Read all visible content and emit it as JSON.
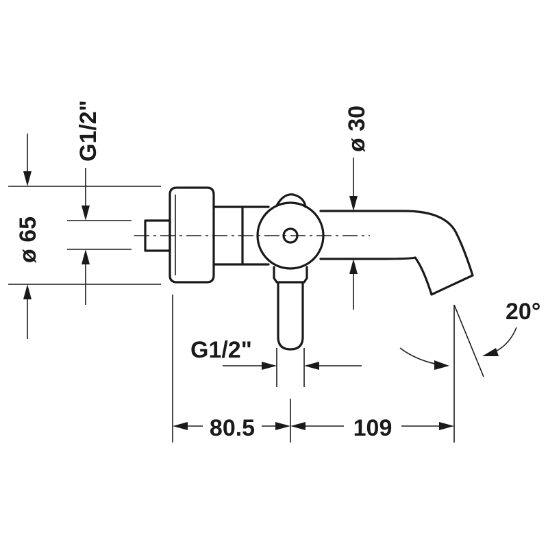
{
  "dimensions": {
    "body_diameter": "ø 65",
    "spout_diameter": "ø 30",
    "wall_thread": "G1/2\"",
    "bottom_thread": "G1/2\"",
    "horizontal_offset": "80.5",
    "spout_projection": "109",
    "spout_angle": "20°"
  }
}
